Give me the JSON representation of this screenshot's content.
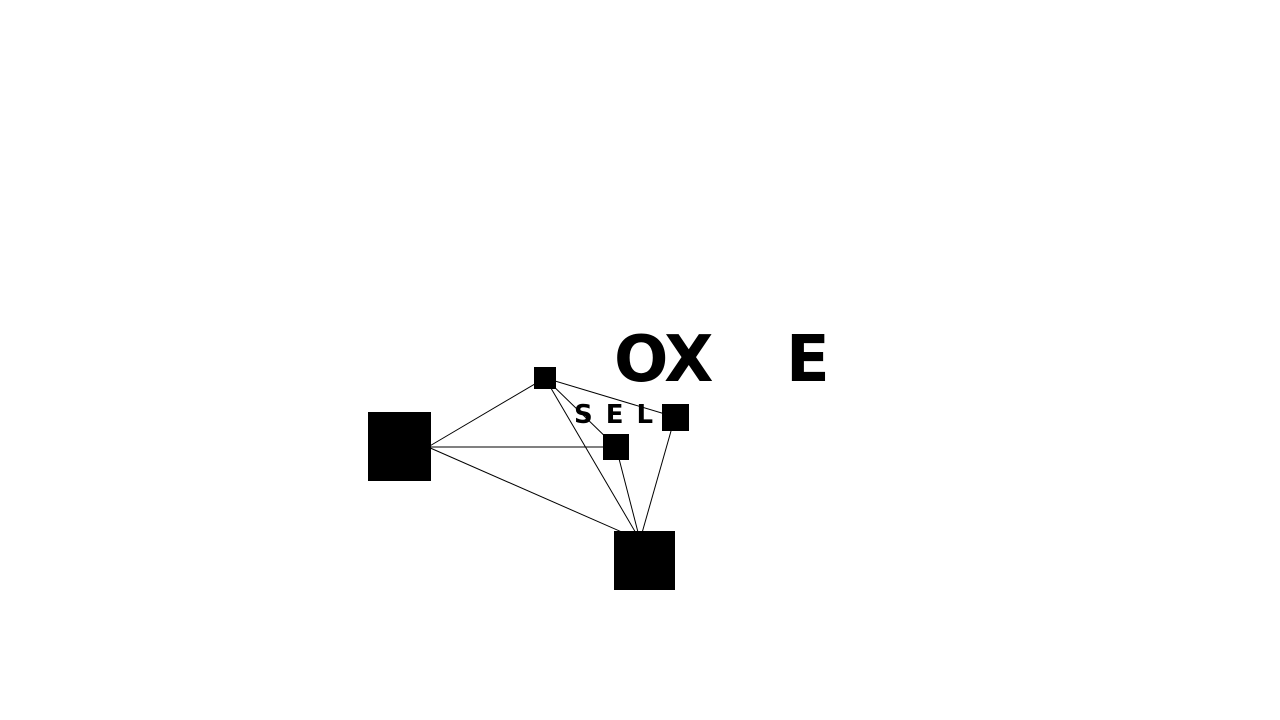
{
  "title": {
    "line1_left": "OX",
    "line1_right": "E",
    "line2": "SEL"
  },
  "colors": {
    "background": "#ffffff",
    "foreground": "#000000"
  },
  "graph": {
    "nodes": [
      {
        "id": "node-left-large"
      },
      {
        "id": "node-top-small"
      },
      {
        "id": "node-middle-small"
      },
      {
        "id": "node-right-small"
      },
      {
        "id": "node-bottom-large"
      }
    ],
    "edges": [
      [
        "node-left-large",
        "node-top-small"
      ],
      [
        "node-left-large",
        "node-middle-small"
      ],
      [
        "node-left-large",
        "node-bottom-large"
      ],
      [
        "node-top-small",
        "node-middle-small"
      ],
      [
        "node-top-small",
        "node-right-small"
      ],
      [
        "node-top-small",
        "node-bottom-large"
      ],
      [
        "node-middle-small",
        "node-bottom-large"
      ],
      [
        "node-right-small",
        "node-bottom-large"
      ]
    ]
  }
}
